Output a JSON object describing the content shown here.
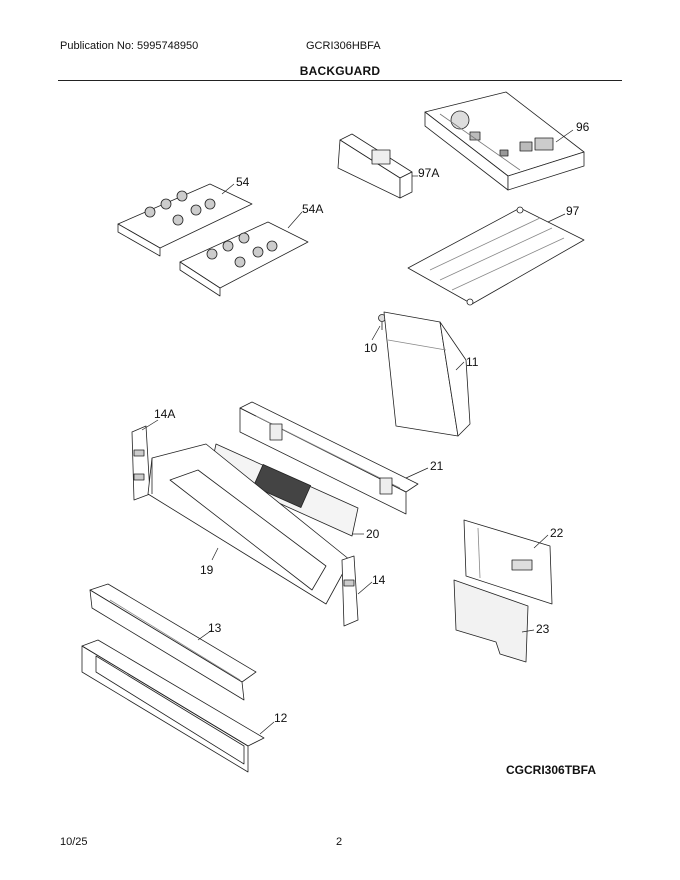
{
  "header": {
    "publication": "Publication No: 5995748950",
    "model": "GCRI306HBFA",
    "section_title": "BACKGUARD"
  },
  "footer": {
    "date": "10/25",
    "page_number": "2"
  },
  "diagram": {
    "model_reference": "CGCRI306TBFA",
    "part_labels": {
      "p96": "96",
      "p97A": "97A",
      "p97": "97",
      "p54": "54",
      "p54A": "54A",
      "p10": "10",
      "p11": "11",
      "p14A": "14A",
      "p21": "21",
      "p20": "20",
      "p19": "19",
      "p22": "22",
      "p14": "14",
      "p23": "23",
      "p13": "13",
      "p12": "12"
    }
  }
}
